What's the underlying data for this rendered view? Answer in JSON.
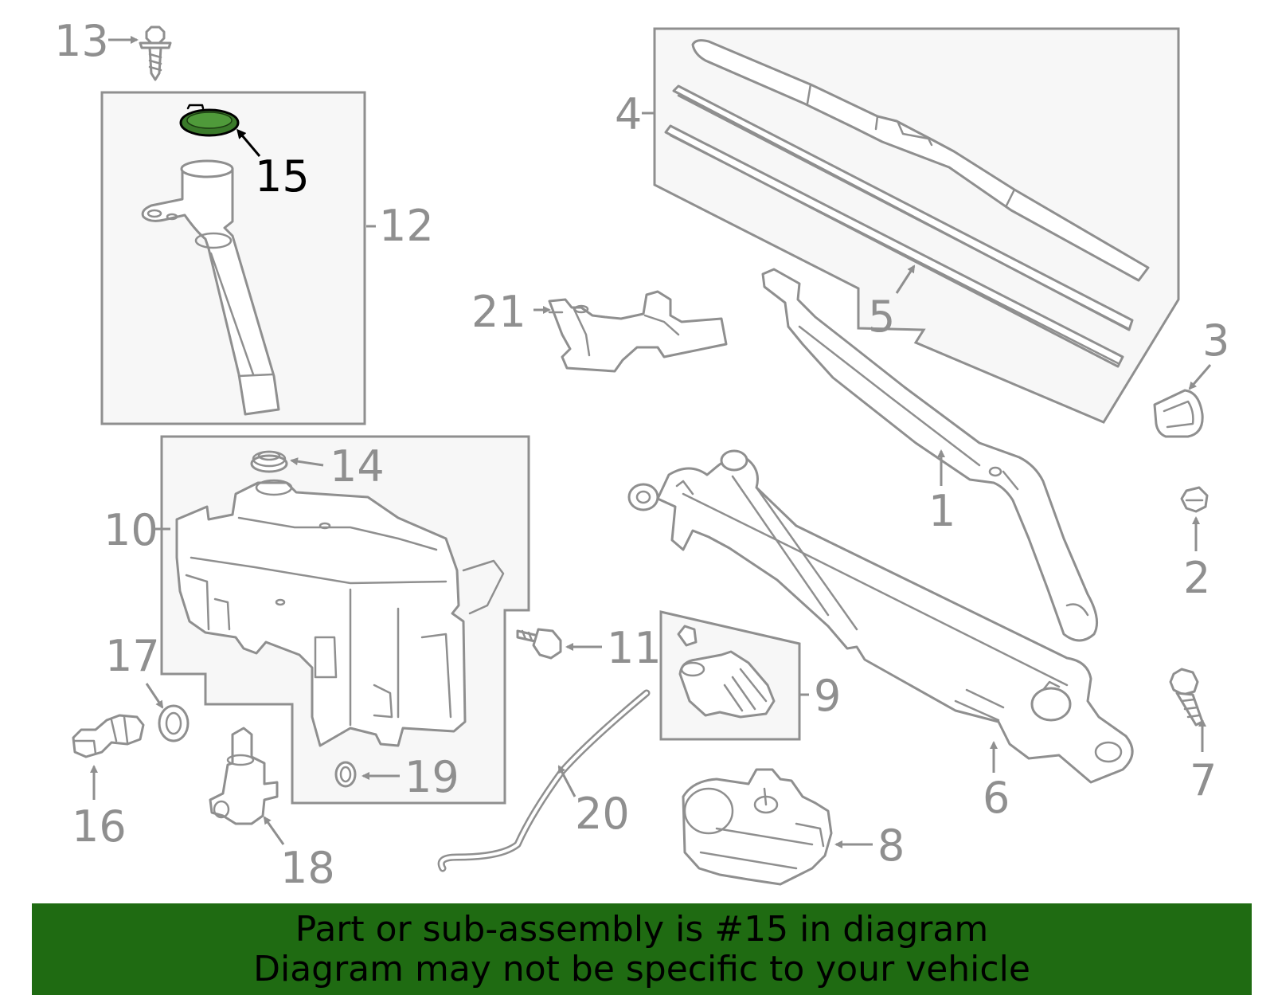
{
  "callouts": {
    "c1": "1",
    "c2": "2",
    "c3": "3",
    "c4": "4",
    "c5": "5",
    "c6": "6",
    "c7": "7",
    "c8": "8",
    "c9": "9",
    "c10": "10",
    "c11": "11",
    "c12": "12",
    "c13": "13",
    "c14": "14",
    "c15": "15",
    "c16": "16",
    "c17": "17",
    "c18": "18",
    "c19": "19",
    "c20": "20",
    "c21": "21"
  },
  "highlighted_part": "15",
  "colors": {
    "highlight_fill": "#3a7a2a",
    "banner_bg": "#1f6b12",
    "line_gray": "#8f8f8f",
    "box_fill": "#f7f7f7"
  },
  "banner": {
    "line1": "Part or sub-assembly is #15 in diagram",
    "line2": "Diagram may not be specific to your vehicle"
  }
}
